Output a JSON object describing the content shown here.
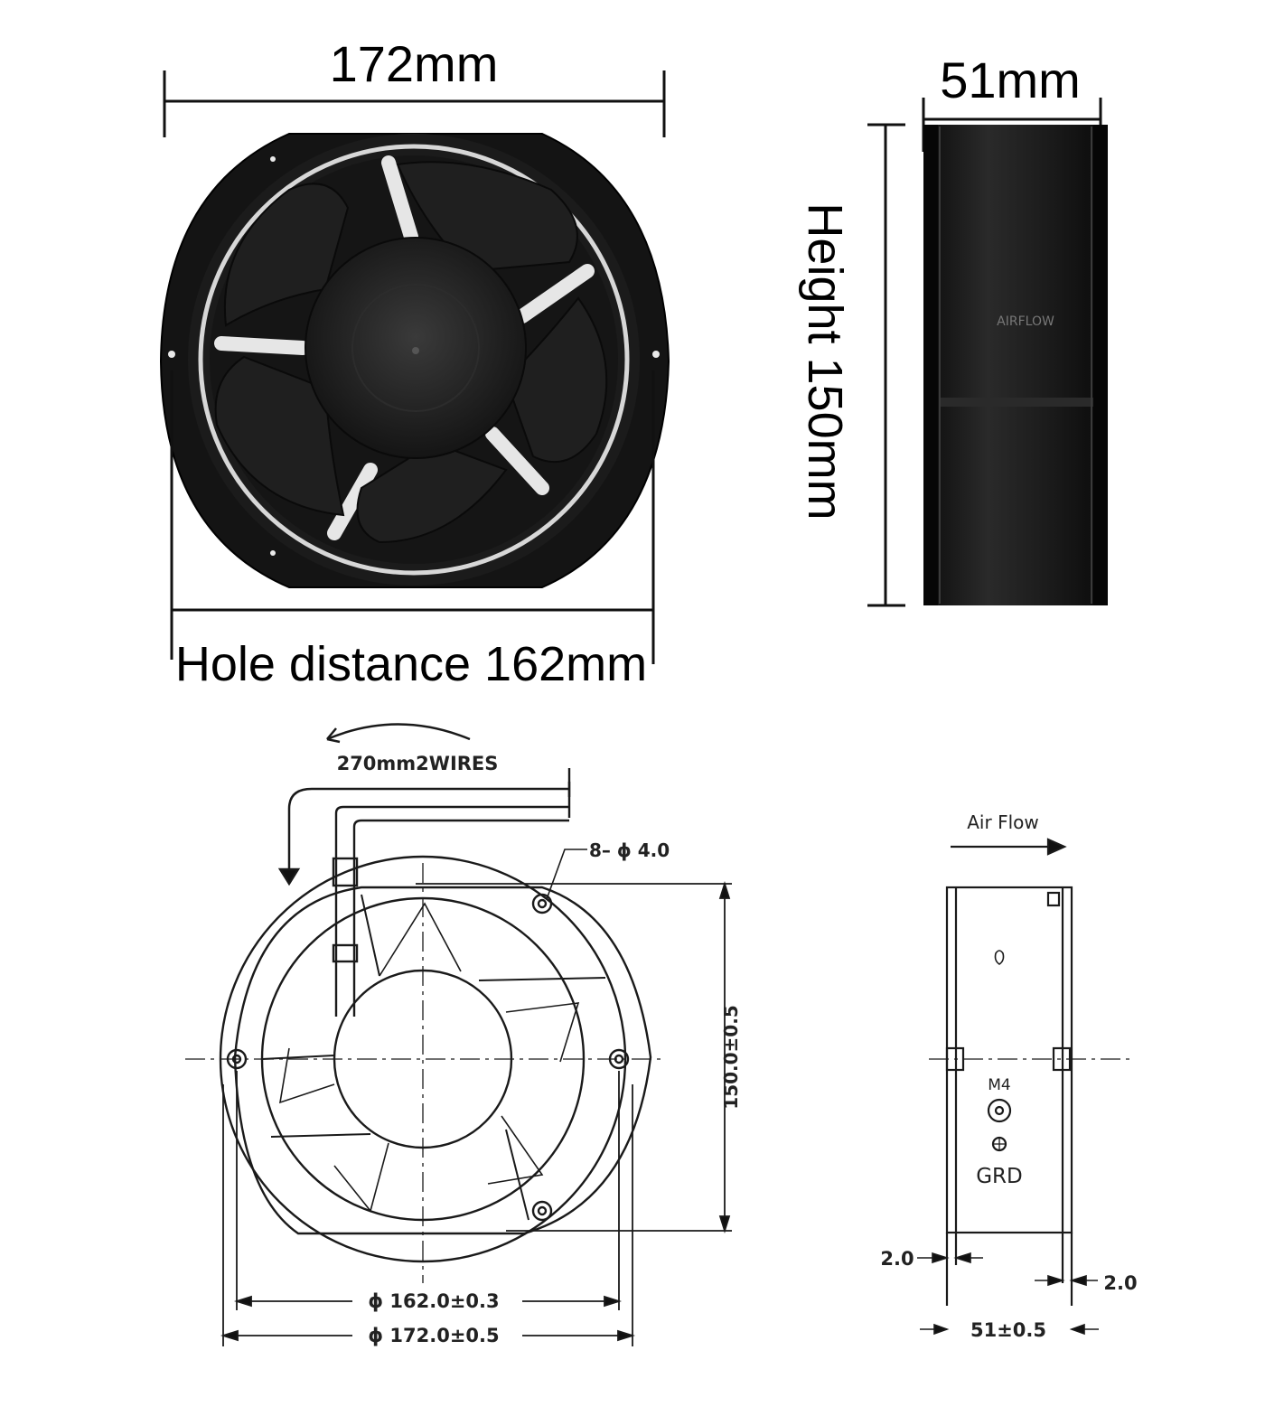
{
  "photo_front": {
    "width_label": "172mm",
    "hole_label": "Hole distance 162mm"
  },
  "photo_side": {
    "depth_label": "51mm",
    "height_label": "Height 150mm",
    "airflow_text": "AIRFLOW"
  },
  "drawing_front": {
    "wire_label": "270mm2WIRES",
    "hole_label": "8– ϕ 4.0",
    "height_dim": "150.0±0.5",
    "hole_dim": "ϕ 162.0±0.3",
    "width_dim": "ϕ 172.0±0.5"
  },
  "drawing_side": {
    "airflow_label": "Air Flow",
    "screw_label": "M4",
    "ground_label": "GRD",
    "flange_left": "2.0",
    "flange_right": "2.0",
    "depth_dim": "51±0.5"
  }
}
